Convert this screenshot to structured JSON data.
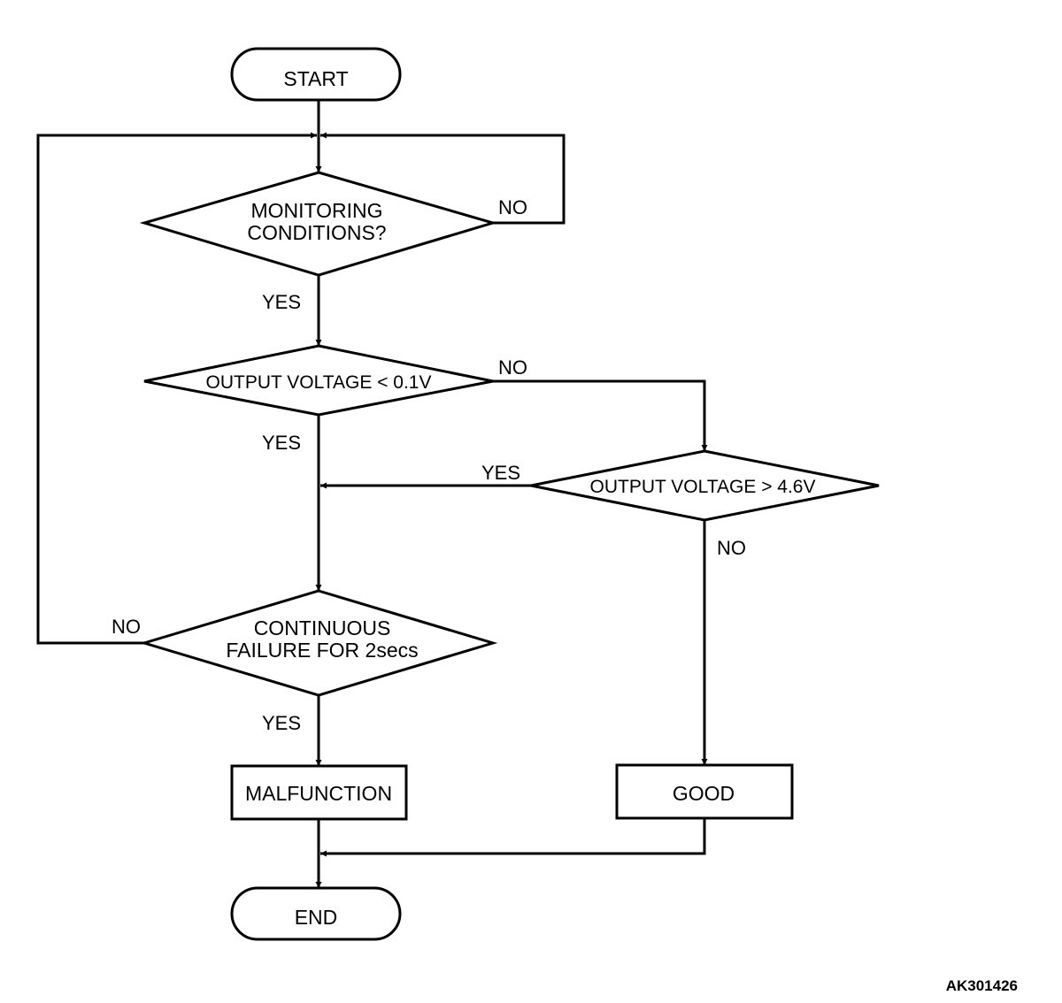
{
  "nodes": {
    "start": "START",
    "monitoring": [
      "MONITORING",
      "CONDITIONS?"
    ],
    "low_voltage": "OUTPUT VOLTAGE < 0.1V",
    "high_voltage": "OUTPUT VOLTAGE > 4.6V",
    "continuous": [
      "CONTINUOUS",
      "FAILURE FOR 2secs"
    ],
    "malfunction": "MALFUNCTION",
    "good": "GOOD",
    "end": "END"
  },
  "labels": {
    "monitoring_no": "NO",
    "monitoring_yes": "YES",
    "low_no": "NO",
    "low_yes": "YES",
    "high_yes": "YES",
    "high_no": "NO",
    "continuous_no": "NO",
    "continuous_yes": "YES"
  },
  "reference": "AK301426"
}
